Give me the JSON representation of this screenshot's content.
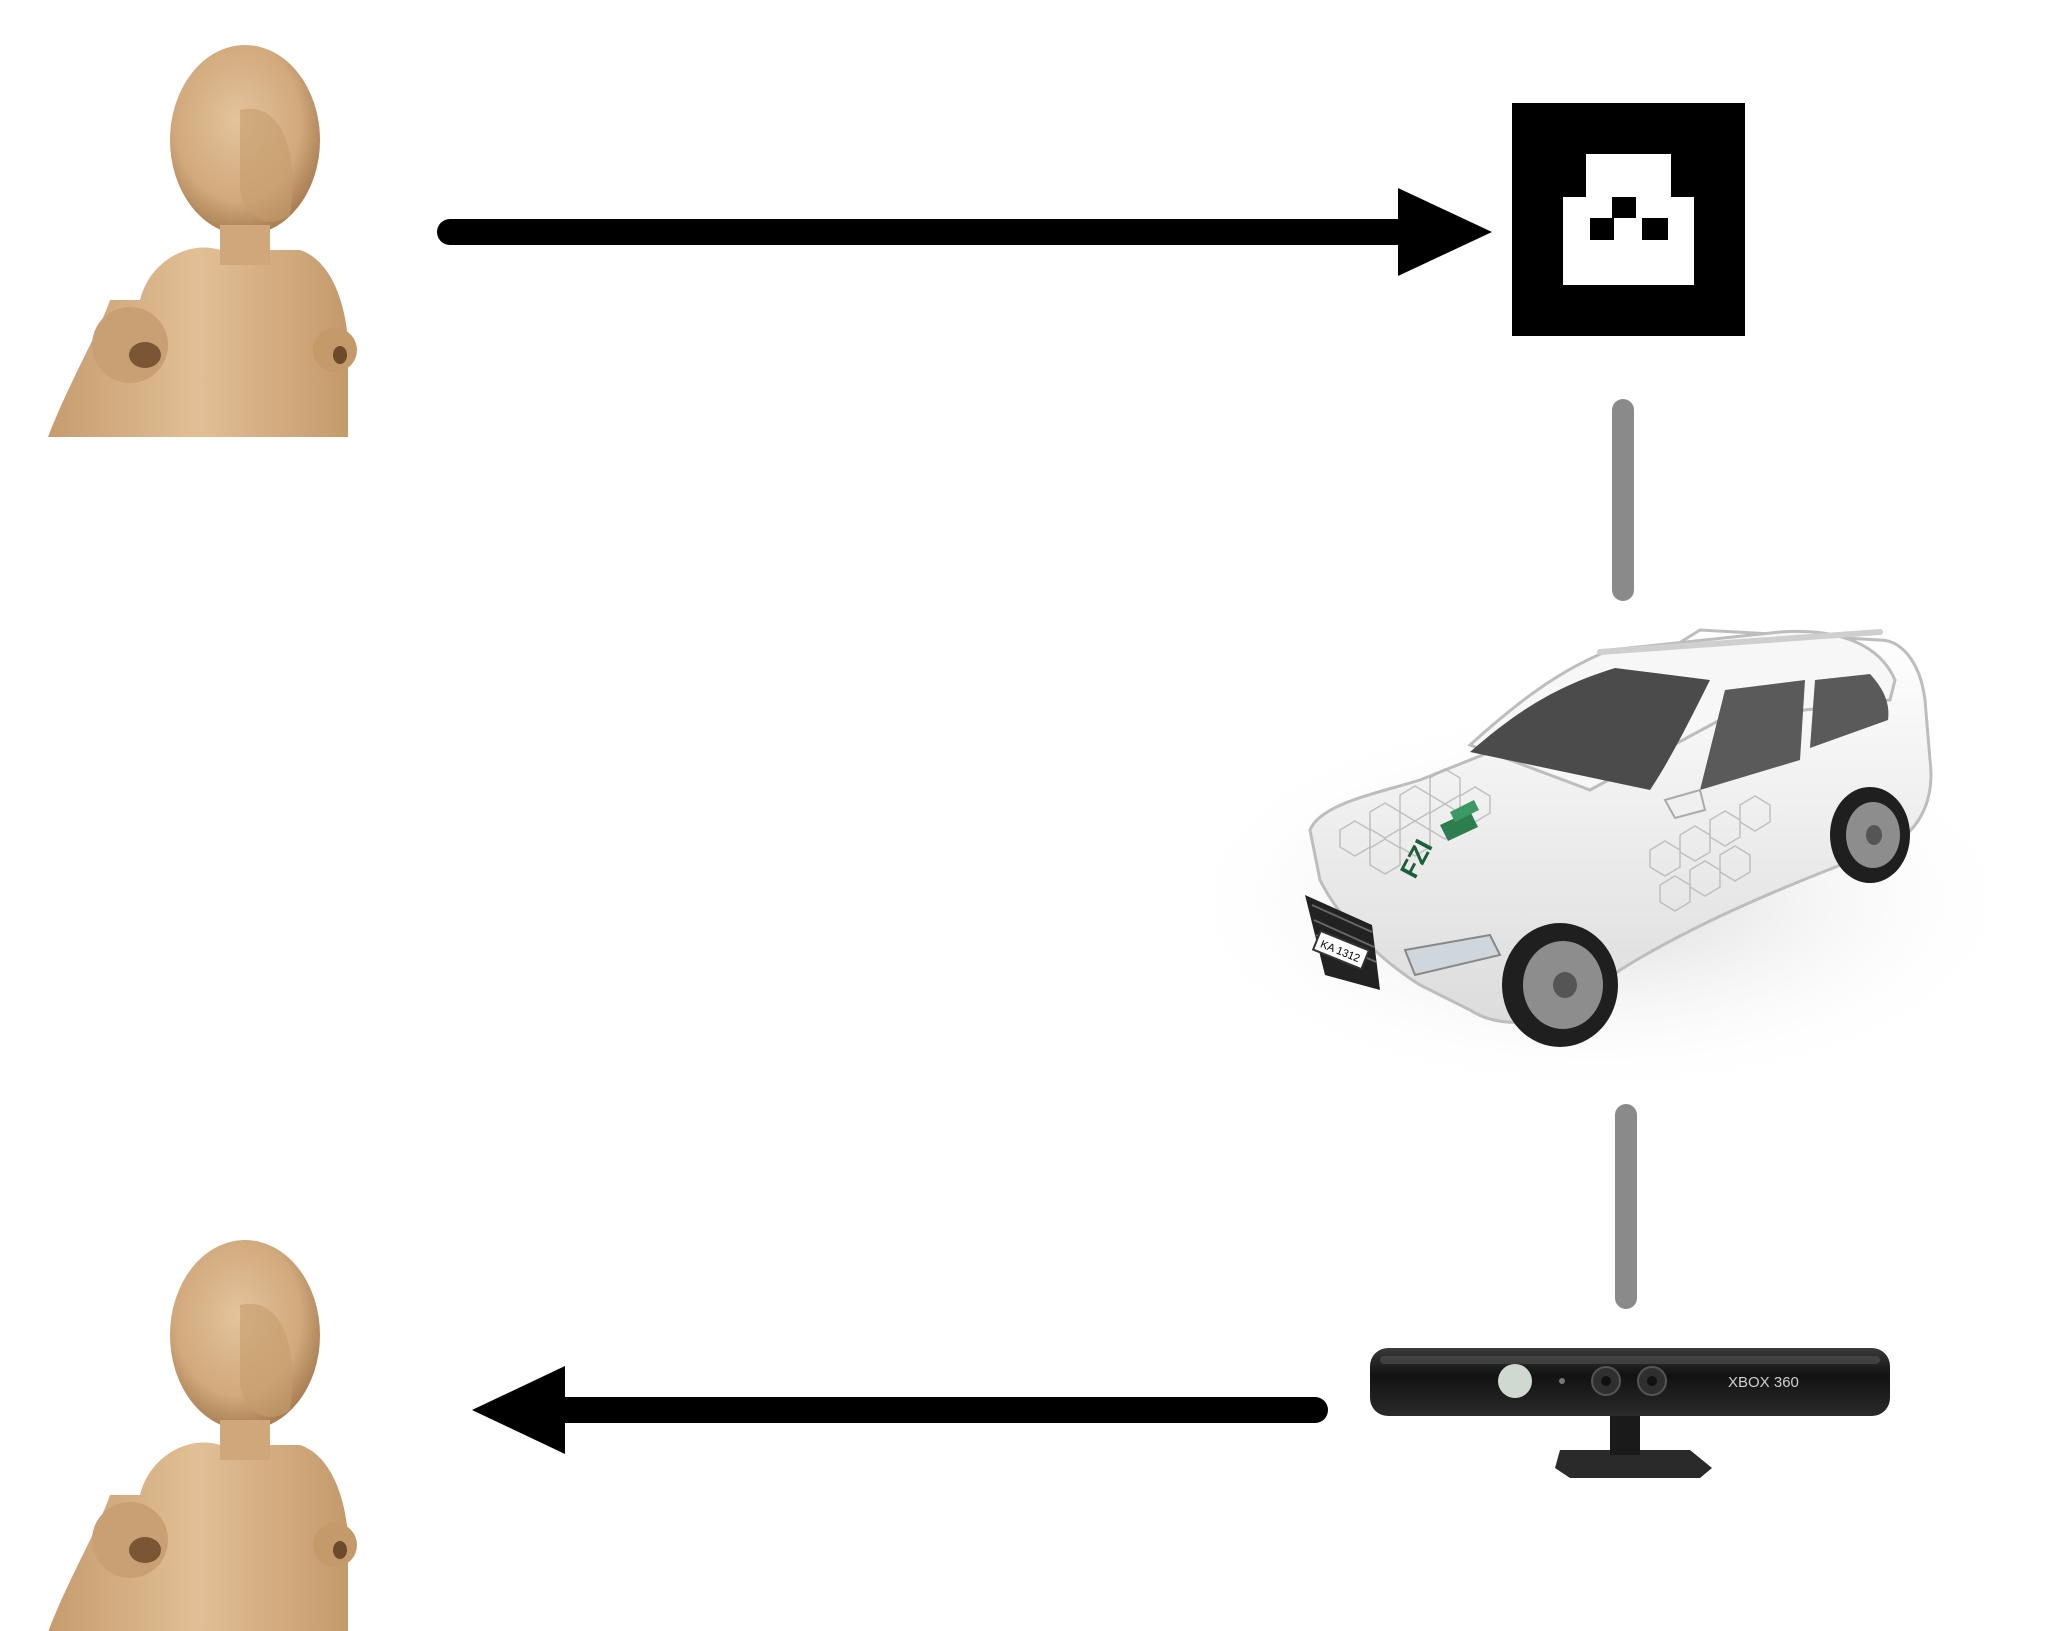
{
  "diagram": {
    "nodes": [
      {
        "id": "person-top",
        "kind": "wooden-mannequin"
      },
      {
        "id": "marker",
        "kind": "fiducial-marker"
      },
      {
        "id": "vehicle",
        "kind": "car",
        "logo_text": "FZI",
        "plate_text": "KA 1312"
      },
      {
        "id": "sensor",
        "kind": "kinect-sensor",
        "label": "XBOX 360"
      },
      {
        "id": "person-bottom",
        "kind": "wooden-mannequin"
      }
    ],
    "edges": [
      {
        "from": "person-top",
        "to": "marker",
        "style": "arrow",
        "color": "#000000"
      },
      {
        "from": "marker",
        "to": "vehicle",
        "style": "line",
        "color": "#8a8a8a"
      },
      {
        "from": "vehicle",
        "to": "sensor",
        "style": "line",
        "color": "#8a8a8a"
      },
      {
        "from": "sensor",
        "to": "person-bottom",
        "style": "arrow",
        "color": "#000000"
      }
    ]
  },
  "colors": {
    "wood": "#d8b48a",
    "wood_shadow": "#b88f63",
    "arrow": "#000000",
    "link": "#8a8a8a",
    "car_body": "#f4f4f4",
    "sensor_body": "#1c1c1c"
  }
}
